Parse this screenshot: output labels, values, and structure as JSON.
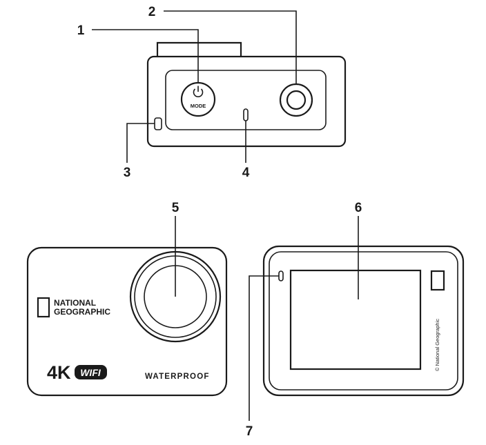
{
  "callouts": {
    "c1": "1",
    "c2": "2",
    "c3": "3",
    "c4": "4",
    "c5": "5",
    "c6": "6",
    "c7": "7"
  },
  "top_view": {
    "mode_label": "MODE",
    "power_icon": "power-icon"
  },
  "front_view": {
    "brand_line1": "NATIONAL",
    "brand_line2": "GEOGRAPHIC",
    "label_4k": "4K",
    "label_wifi": "WIFI",
    "label_waterproof": "WATERPROOF"
  },
  "back_view": {
    "copyright": "© National Geographic"
  }
}
